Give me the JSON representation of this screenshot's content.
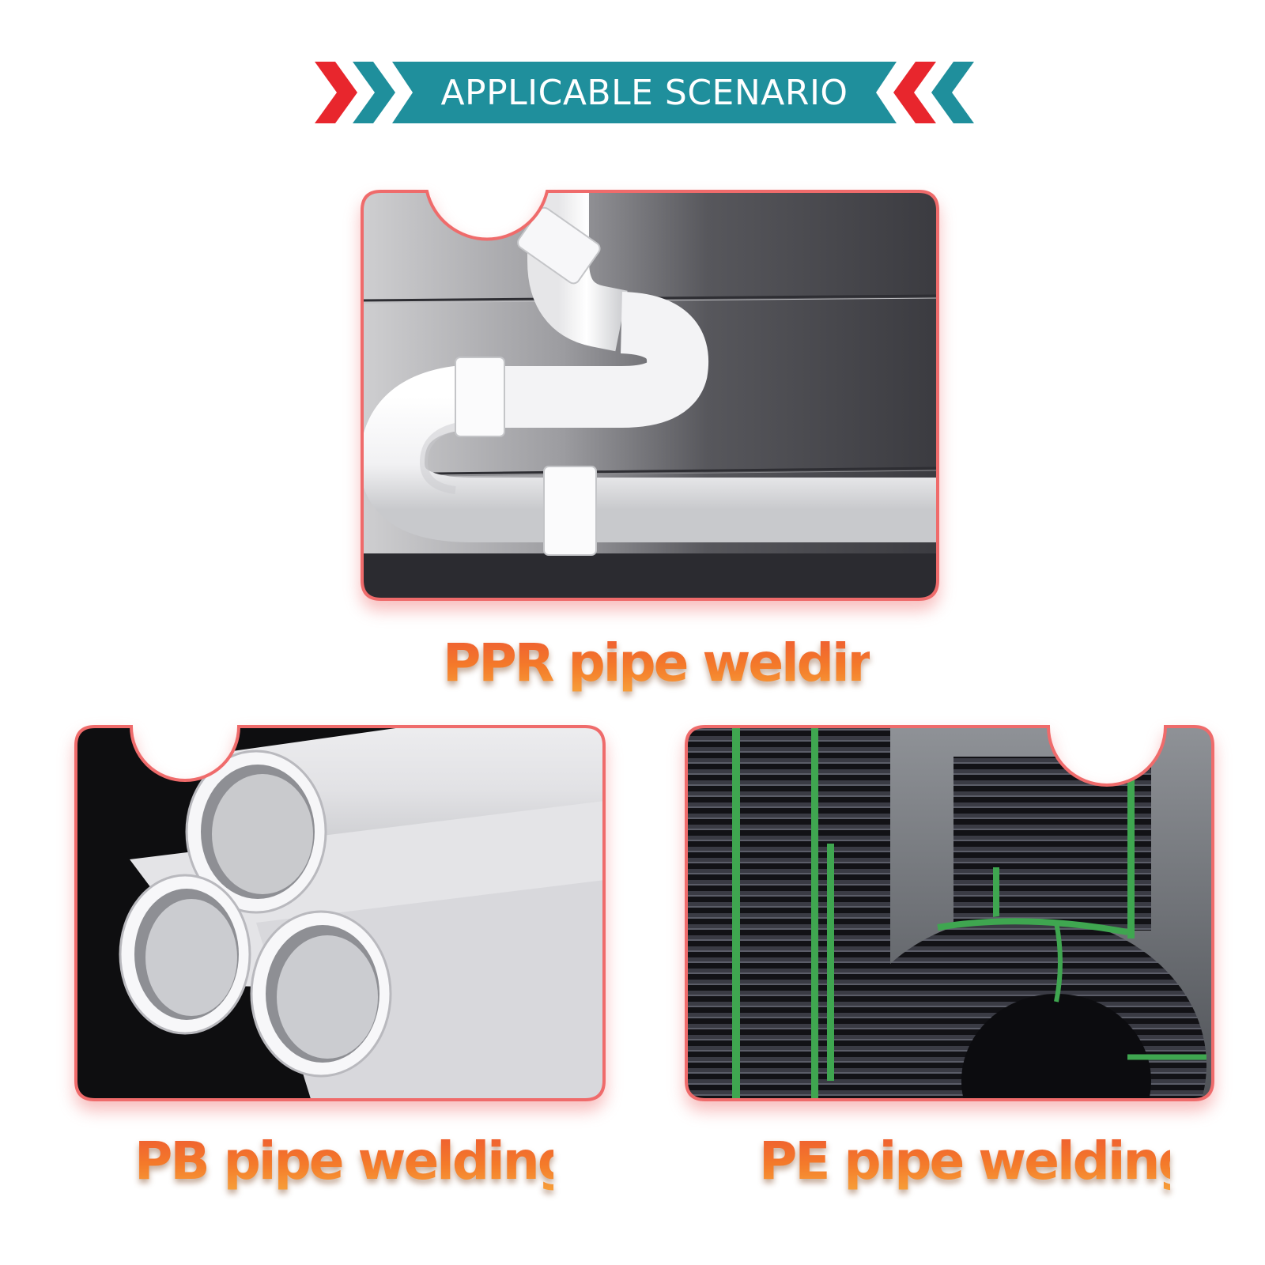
{
  "banner": {
    "title": "APPLICABLE SCENARIO",
    "colors": {
      "teal": "#1f8f9c",
      "red": "#e8262d"
    }
  },
  "card_border_color": "#ef6b6b",
  "scenarios": [
    {
      "id": "ppr",
      "caption": "PPR pipe welding",
      "photo": "white-pvc-drain-pipe-elbow"
    },
    {
      "id": "pb",
      "caption": "PB pipe welding",
      "photo": "white-pb-pipe-stack"
    },
    {
      "id": "pe",
      "caption": "PE pipe welding",
      "photo": "black-pe-pipe-coils"
    }
  ],
  "caption_color": "#f4762a"
}
